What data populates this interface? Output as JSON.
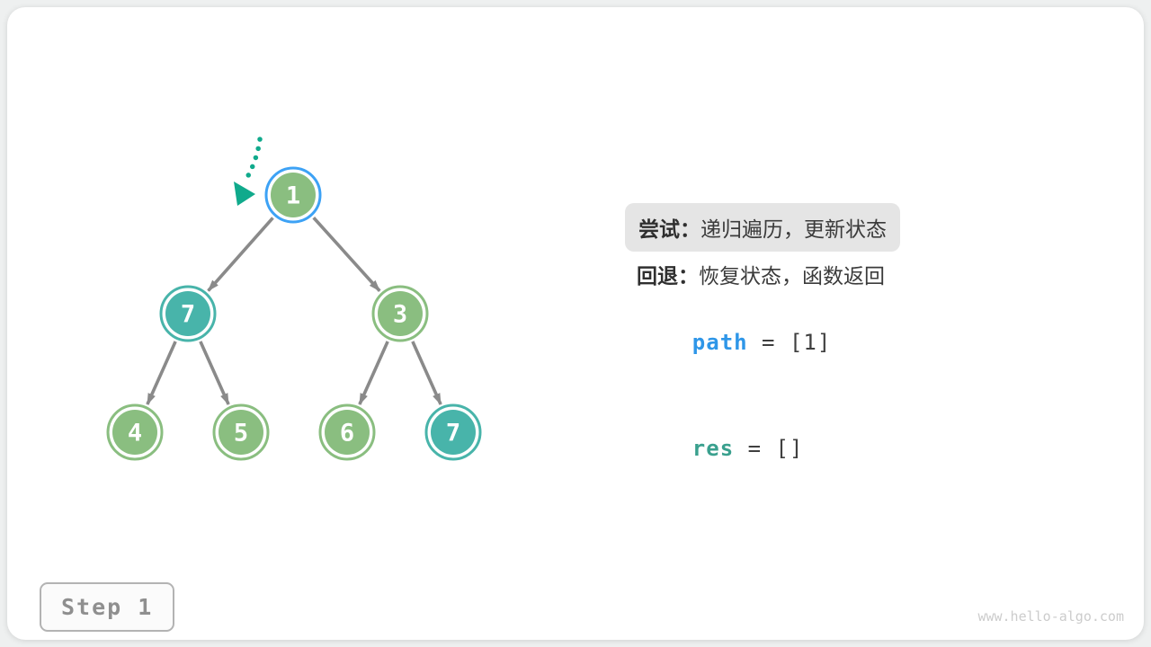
{
  "page": {
    "step_label": "Step 1",
    "watermark": "www.hello-algo.com"
  },
  "panel": {
    "try_label": "尝试：",
    "try_text": "递归遍历，更新状态",
    "back_label": "回退：",
    "back_text": "恢复状态，函数返回",
    "path": {
      "name": "path",
      "rest": " = [1]"
    },
    "res": {
      "name": "res",
      "rest": " = []"
    }
  },
  "tree": {
    "nodes": [
      {
        "id": "root",
        "value": "1",
        "fill": "green",
        "ring": "blue",
        "current": true
      },
      {
        "id": "L",
        "value": "7",
        "fill": "teal",
        "ring": "teal"
      },
      {
        "id": "R",
        "value": "3",
        "fill": "green",
        "ring": "green"
      },
      {
        "id": "LL",
        "value": "4",
        "fill": "green",
        "ring": "green"
      },
      {
        "id": "LR",
        "value": "5",
        "fill": "green",
        "ring": "green"
      },
      {
        "id": "RL",
        "value": "6",
        "fill": "green",
        "ring": "green"
      },
      {
        "id": "RR",
        "value": "7",
        "fill": "teal",
        "ring": "teal"
      }
    ],
    "edges": [
      [
        "root",
        "L"
      ],
      [
        "root",
        "R"
      ],
      [
        "L",
        "LL"
      ],
      [
        "L",
        "LR"
      ],
      [
        "R",
        "RL"
      ],
      [
        "R",
        "RR"
      ]
    ]
  },
  "colors": {
    "node_green": "#8abe80",
    "node_teal": "#48b4aa",
    "ring_blue": "#3da2f5",
    "edge_gray": "#8a8a8a",
    "pointer_teal": "#10aa8c",
    "path_blue": "#2e96e8",
    "res_teal": "#3aa08e",
    "highlight_bg": "#e5e5e5"
  }
}
